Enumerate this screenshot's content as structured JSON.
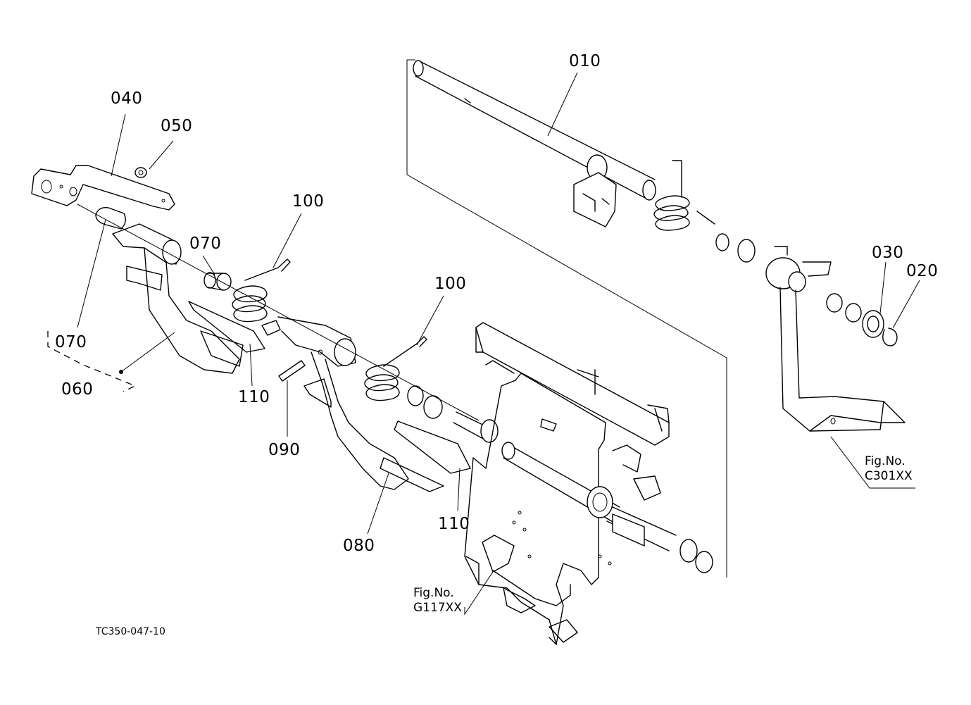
{
  "drawing_code": "TC350-047-10",
  "callouts": [
    {
      "id": "010",
      "text": "010"
    },
    {
      "id": "020",
      "text": "020"
    },
    {
      "id": "030",
      "text": "030"
    },
    {
      "id": "040",
      "text": "040"
    },
    {
      "id": "050",
      "text": "050"
    },
    {
      "id": "060",
      "text": "060"
    },
    {
      "id": "070a",
      "text": "070"
    },
    {
      "id": "070b",
      "text": "070"
    },
    {
      "id": "080",
      "text": "080"
    },
    {
      "id": "090",
      "text": "090"
    },
    {
      "id": "100a",
      "text": "100"
    },
    {
      "id": "100b",
      "text": "100"
    },
    {
      "id": "110a",
      "text": "110"
    },
    {
      "id": "110b",
      "text": "110"
    }
  ],
  "figure_refs": [
    {
      "id": "c301",
      "line1": "Fig.No.",
      "line2": "C301XX"
    },
    {
      "id": "g117",
      "line1": "Fig.No.",
      "line2": "G117XX"
    }
  ]
}
